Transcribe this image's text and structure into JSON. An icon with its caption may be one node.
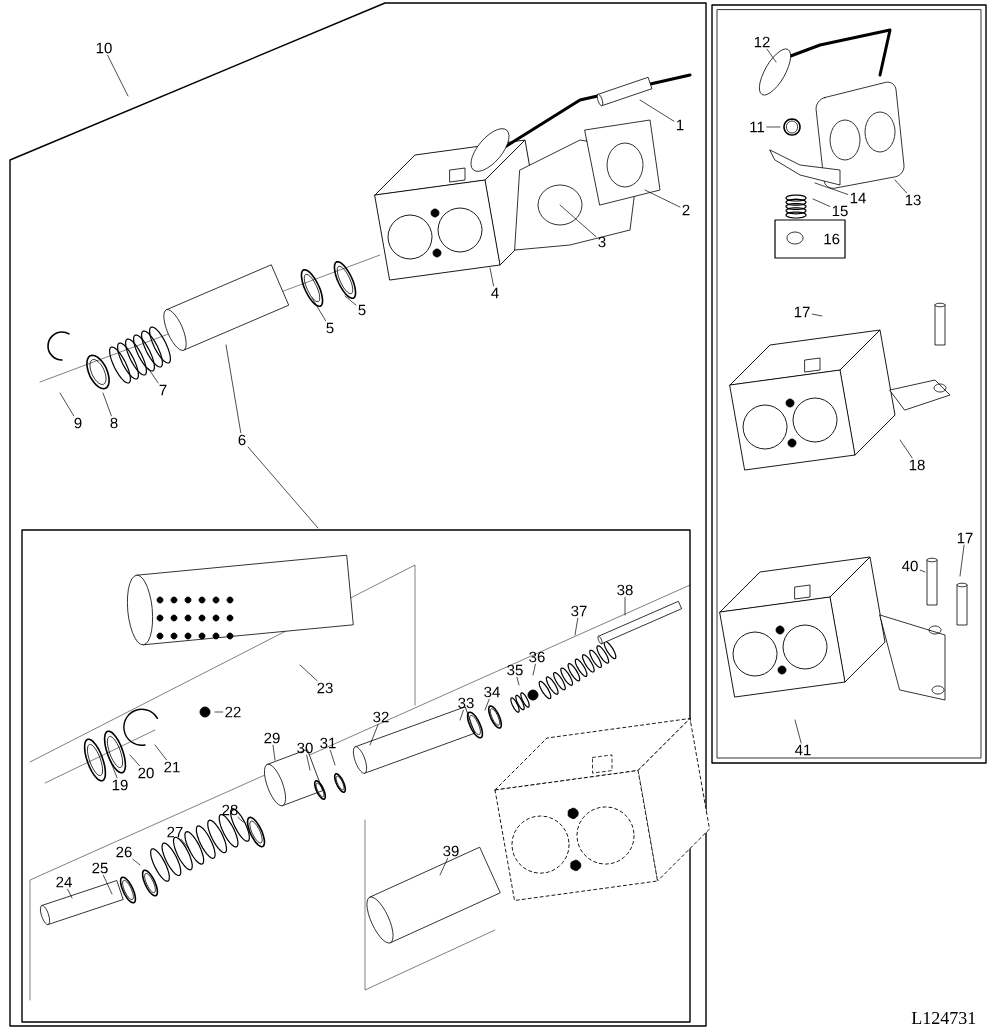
{
  "diagram": {
    "nodes": [
      {
        "text": [
          "10"
        ]
      },
      {
        "text": [
          "12"
        ]
      },
      {
        "text": [
          "1"
        ]
      },
      {
        "text": [
          "11"
        ]
      },
      {
        "text": [
          "2"
        ]
      },
      {
        "text": [
          "14"
        ]
      },
      {
        "text": [
          "13"
        ]
      },
      {
        "text": [
          "15"
        ]
      },
      {
        "text": [
          "3"
        ]
      },
      {
        "text": [
          "16"
        ]
      },
      {
        "text": [
          "4"
        ]
      },
      {
        "text": [
          "17"
        ]
      },
      {
        "text": [
          "5"
        ]
      },
      {
        "text": [
          "5"
        ]
      },
      {
        "text": [
          "7"
        ]
      },
      {
        "text": [
          "6"
        ]
      },
      {
        "text": [
          "8"
        ]
      },
      {
        "text": [
          "9"
        ]
      },
      {
        "text": [
          "18"
        ]
      },
      {
        "text": [
          "23"
        ]
      },
      {
        "text": [
          "17"
        ]
      },
      {
        "text": [
          "40"
        ]
      },
      {
        "text": [
          "22"
        ]
      },
      {
        "text": [
          "19"
        ]
      },
      {
        "text": [
          "20"
        ]
      },
      {
        "text": [
          "21"
        ]
      },
      {
        "text": [
          "41"
        ]
      },
      {
        "text": [
          "32"
        ]
      },
      {
        "text": [
          "38"
        ]
      },
      {
        "text": [
          "37"
        ]
      },
      {
        "text": [
          "36"
        ]
      },
      {
        "text": [
          "35"
        ]
      },
      {
        "text": [
          "34"
        ]
      },
      {
        "text": [
          "33"
        ]
      },
      {
        "text": [
          "29"
        ]
      },
      {
        "text": [
          "30"
        ]
      },
      {
        "text": [
          "31"
        ]
      },
      {
        "text": [
          "28"
        ]
      },
      {
        "text": [
          "27"
        ]
      },
      {
        "text": [
          "26"
        ]
      },
      {
        "text": [
          "25"
        ]
      },
      {
        "text": [
          "24"
        ]
      },
      {
        "text": [
          "39"
        ]
      }
    ],
    "edges": [
      {
        "from": 0,
        "to": null,
        "arrow": "none"
      },
      {
        "from": 1,
        "to": null,
        "arrow": "none"
      },
      {
        "from": 2,
        "to": null,
        "arrow": "none"
      },
      {
        "from": 3,
        "to": null,
        "arrow": "none"
      },
      {
        "from": 4,
        "to": null,
        "arrow": "none"
      },
      {
        "from": 5,
        "to": null,
        "arrow": "none"
      },
      {
        "from": 6,
        "to": null,
        "arrow": "none"
      },
      {
        "from": 7,
        "to": null,
        "arrow": "none"
      },
      {
        "from": 8,
        "to": null,
        "arrow": "none"
      },
      {
        "from": 10,
        "to": null,
        "arrow": "none"
      },
      {
        "from": 11,
        "to": null,
        "arrow": "none"
      },
      {
        "from": 12,
        "to": null,
        "arrow": "none"
      },
      {
        "from": 13,
        "to": null,
        "arrow": "none"
      },
      {
        "from": 14,
        "to": null,
        "arrow": "none"
      },
      {
        "from": 15,
        "to": null,
        "arrow": "none"
      },
      {
        "from": 16,
        "to": null,
        "arrow": "none"
      },
      {
        "from": 17,
        "to": null,
        "arrow": "none"
      },
      {
        "from": 18,
        "to": null,
        "arrow": "none"
      },
      {
        "from": 19,
        "to": null,
        "arrow": "none"
      },
      {
        "from": 20,
        "to": null,
        "arrow": "none"
      },
      {
        "from": 21,
        "to": null,
        "arrow": "none"
      },
      {
        "from": 22,
        "to": null,
        "arrow": "none"
      },
      {
        "from": 23,
        "to": null,
        "arrow": "none"
      },
      {
        "from": 24,
        "to": null,
        "arrow": "none"
      },
      {
        "from": 25,
        "to": null,
        "arrow": "none"
      },
      {
        "from": 26,
        "to": null,
        "arrow": "none"
      },
      {
        "from": 27,
        "to": null,
        "arrow": "none"
      },
      {
        "from": 28,
        "to": null,
        "arrow": "none"
      },
      {
        "from": 29,
        "to": null,
        "arrow": "none"
      },
      {
        "from": 30,
        "to": null,
        "arrow": "none"
      },
      {
        "from": 31,
        "to": null,
        "arrow": "none"
      },
      {
        "from": 32,
        "to": null,
        "arrow": "none"
      },
      {
        "from": 33,
        "to": null,
        "arrow": "none"
      },
      {
        "from": 34,
        "to": null,
        "arrow": "none"
      },
      {
        "from": 35,
        "to": null,
        "arrow": "none"
      },
      {
        "from": 36,
        "to": null,
        "arrow": "none"
      },
      {
        "from": 37,
        "to": null,
        "arrow": "none"
      },
      {
        "from": 38,
        "to": null,
        "arrow": "none"
      },
      {
        "from": 39,
        "to": null,
        "arrow": "none"
      },
      {
        "from": 40,
        "to": null,
        "arrow": "none"
      },
      {
        "from": 41,
        "to": null,
        "arrow": "none"
      },
      {
        "from": 42,
        "to": null,
        "arrow": "none"
      },
      {
        "from": 15,
        "to": null,
        "arrow": "none"
      }
    ],
    "labels": [
      "L124731"
    ]
  }
}
